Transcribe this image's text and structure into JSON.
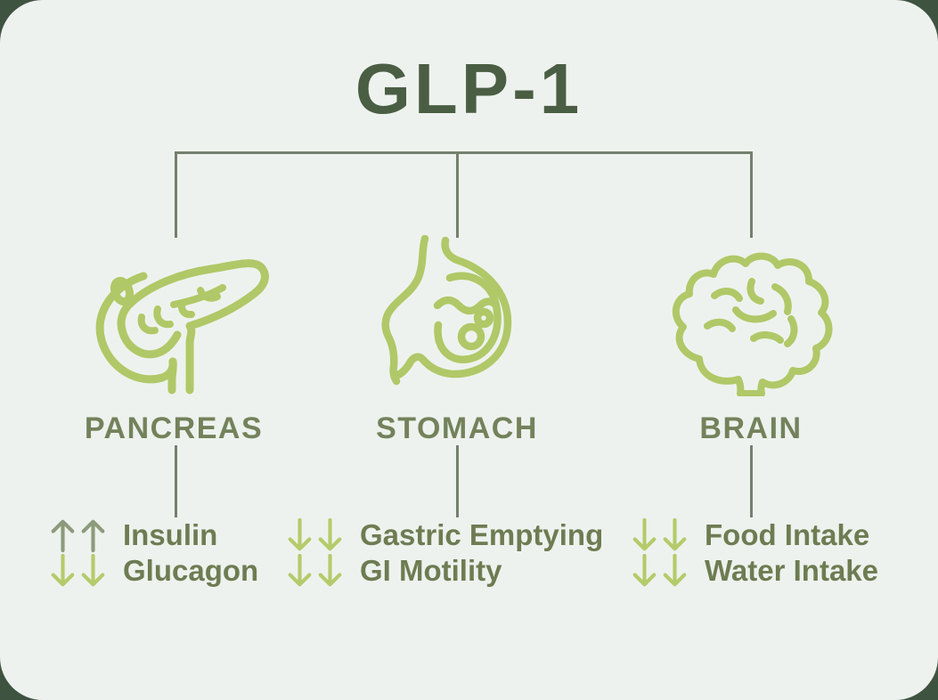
{
  "title": "GLP-1",
  "colors": {
    "background": "#3e5340",
    "card": "#eef2ee",
    "title": "#4a5e44",
    "line": "#74806e",
    "organ_label": "#73825b",
    "effect_text": "#6d7c52",
    "arrow_up": "#8c9b7b",
    "arrow_down": "#b4cb6b",
    "icon": "#b0c867"
  },
  "columns": [
    {
      "organ": "PANCREAS",
      "icon": "pancreas-icon",
      "effects": [
        {
          "direction": "up",
          "count": 2,
          "label": "Insulin"
        },
        {
          "direction": "down",
          "count": 2,
          "label": "Glucagon"
        }
      ]
    },
    {
      "organ": "STOMACH",
      "icon": "stomach-icon",
      "effects": [
        {
          "direction": "down",
          "count": 2,
          "label": "Gastric Emptying"
        },
        {
          "direction": "down",
          "count": 2,
          "label": "GI Motility"
        }
      ]
    },
    {
      "organ": "BRAIN",
      "icon": "brain-icon",
      "effects": [
        {
          "direction": "down",
          "count": 2,
          "label": "Food Intake"
        },
        {
          "direction": "down",
          "count": 2,
          "label": "Water Intake"
        }
      ]
    }
  ]
}
